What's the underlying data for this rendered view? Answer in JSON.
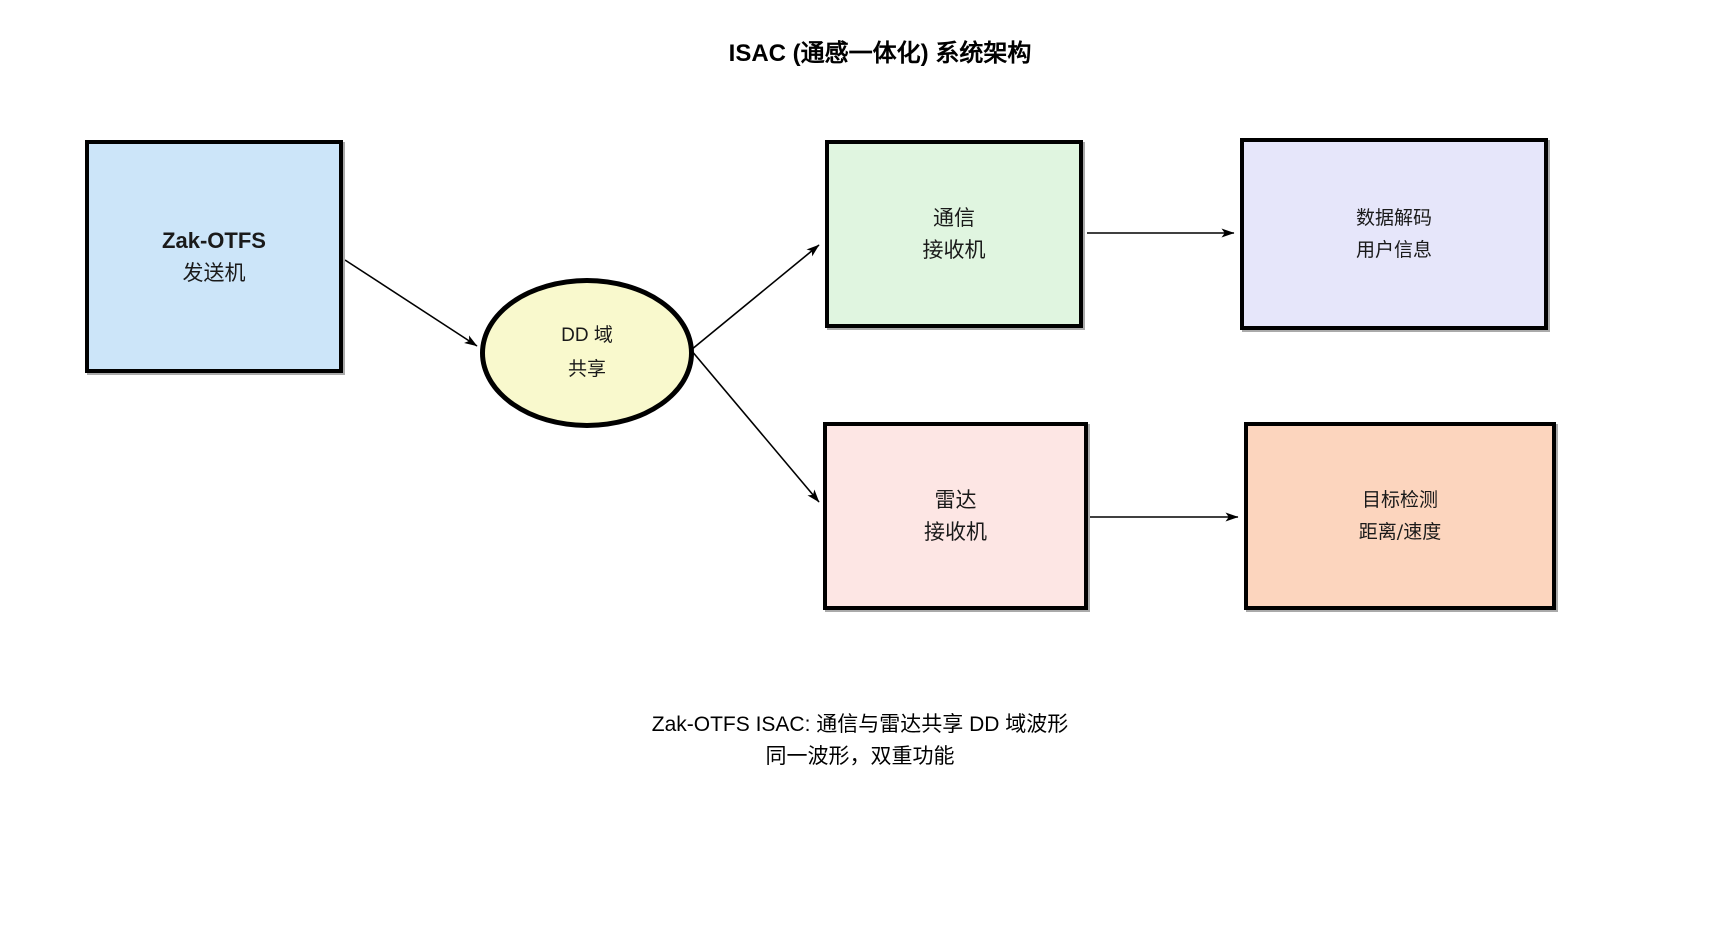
{
  "title": "ISAC (通感一体化) 系统架构",
  "nodes": {
    "transmitter": {
      "line1": "Zak-OTFS",
      "line2": "发送机",
      "fill": "#cce5f9"
    },
    "dd_sharing": {
      "line1": "DD 域",
      "line2": "共享",
      "fill": "#f9f9cd"
    },
    "comm_receiver": {
      "line1": "通信",
      "line2": "接收机",
      "fill": "#e0f5e0"
    },
    "data_decoding": {
      "line1": "数据解码",
      "line2": "用户信息",
      "fill": "#e6e6fa"
    },
    "radar_receiver": {
      "line1": "雷达",
      "line2": "接收机",
      "fill": "#fde6e4"
    },
    "target_detection": {
      "line1": "目标检测",
      "line2": "距离/速度",
      "fill": "#fcd5be"
    }
  },
  "caption": {
    "line1": "Zak-OTFS ISAC: 通信与雷达共享 DD 域波形",
    "line2": "同一波形，双重功能"
  },
  "colors": {
    "background": "#ffffff",
    "border": "#000000",
    "arrow": "#000000",
    "shadow": "#aaaaaa"
  }
}
